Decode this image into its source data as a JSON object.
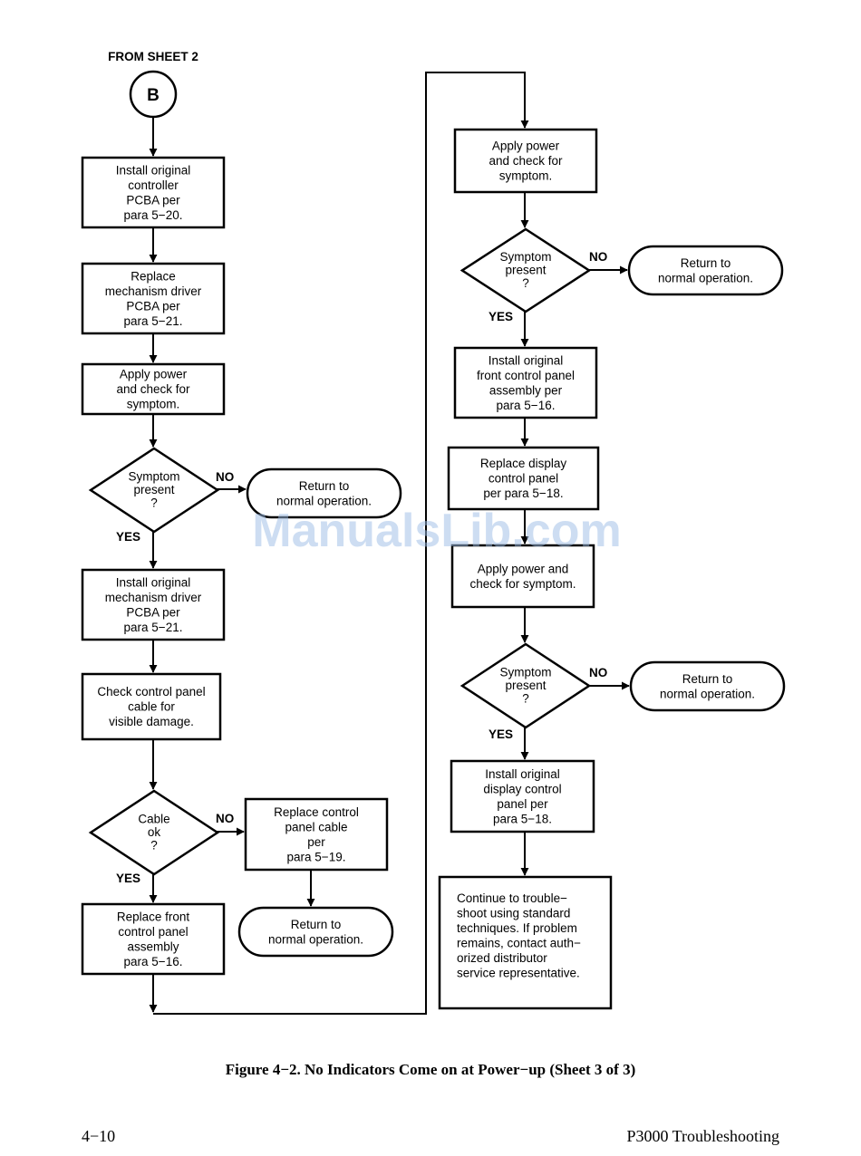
{
  "diagram": {
    "from_label": "FROM SHEET 2",
    "connector": "B",
    "yes": "YES",
    "no": "NO",
    "left": {
      "install_controller": [
        "Install original",
        "controller",
        "PCBA per",
        "para 5−20."
      ],
      "replace_mech_driver": [
        "Replace",
        "mechanism driver",
        "PCBA per",
        "para 5−21."
      ],
      "apply_power": [
        "Apply power",
        "and check for",
        "symptom."
      ],
      "symptom_q": [
        "Symptom",
        "present",
        "?"
      ],
      "return_1": [
        "Return to",
        "normal operation."
      ],
      "install_mech_driver": [
        "Install original",
        "mechanism driver",
        "PCBA per",
        "para 5−21."
      ],
      "check_cable": [
        "Check control panel",
        "cable for",
        "visible damage."
      ],
      "cable_q": [
        "Cable",
        "ok",
        "?"
      ],
      "replace_cable": [
        "Replace control",
        "panel cable",
        "per",
        "para 5−19."
      ],
      "return_2": [
        "Return to",
        "normal operation."
      ],
      "replace_front_panel": [
        "Replace front",
        "control panel",
        "assembly",
        "para 5−16."
      ]
    },
    "right": {
      "apply_power_1": [
        "Apply power",
        "and check for",
        "symptom."
      ],
      "symptom_q_1": [
        "Symptom",
        "present",
        "?"
      ],
      "return_3": [
        "Return to",
        "normal operation."
      ],
      "install_front_panel": [
        "Install original",
        "front control panel",
        "assembly per",
        "para 5−16."
      ],
      "replace_display": [
        "Replace display",
        "control panel",
        "per para 5−18."
      ],
      "apply_power_2": [
        "Apply power and",
        "check for symptom."
      ],
      "symptom_q_2": [
        "Symptom",
        "present",
        "?"
      ],
      "return_4": [
        "Return to",
        "normal operation."
      ],
      "install_display": [
        "Install original",
        "display control",
        "panel per",
        "para 5−18."
      ],
      "continue": [
        "Continue to trouble−",
        "shoot using standard",
        "techniques. If problem",
        "remains, contact auth−",
        "orized distributor",
        "service representative."
      ]
    }
  },
  "watermark": "ManualsLib.com",
  "caption": "Figure 4−2. No Indicators Come on at Power−up (Sheet 3 of 3)",
  "footer": {
    "page_number": "4−10",
    "section_title": "P3000 Troubleshooting"
  }
}
